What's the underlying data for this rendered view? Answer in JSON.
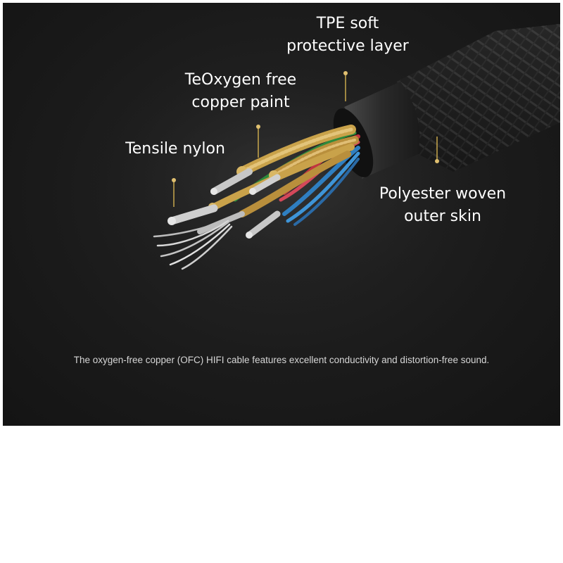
{
  "labels": {
    "tpe": [
      "TPE soft",
      "protective layer"
    ],
    "oxygen": [
      "TeOxygen free",
      "copper paint"
    ],
    "nylon": [
      "Tensile nylon"
    ],
    "polyester": [
      "Polyester woven",
      "outer skin"
    ]
  },
  "caption": "The oxygen-free copper (OFC) HIFI cable features excellent conductivity and distortion-free sound.",
  "colors": {
    "background": "#1b1b1b",
    "text": "#ffffff",
    "callout_line": "#c9a84c",
    "gold_strand": "#c9a24a",
    "silver_strand": "#c8c8c8",
    "red_wire": "#c0343f",
    "blue_wire": "#2f7fc1",
    "green_wire": "#2e8b3c"
  }
}
